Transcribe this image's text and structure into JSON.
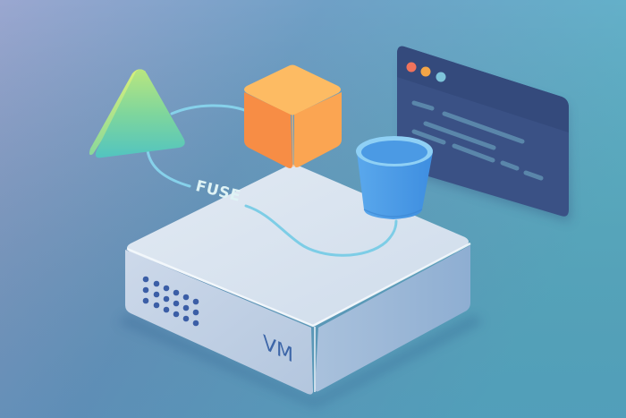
{
  "illustration": {
    "subject": "VM with FUSE-mounted storage",
    "labels": {
      "fuse": "FUSE",
      "vm": "VM"
    },
    "objects": [
      {
        "name": "triangle",
        "shape": "triangular prism",
        "color_top": "#c9ec7a",
        "color_bottom": "#55c7bf"
      },
      {
        "name": "cube",
        "shape": "cube",
        "color_top": "#fdbb63",
        "color_left": "#f78d45",
        "color_right": "#fba552"
      },
      {
        "name": "bucket",
        "shape": "cylinder bucket",
        "color": "#4a98e4",
        "rim": "#8fd0f5"
      },
      {
        "name": "terminal-window",
        "shape": "window panel",
        "color": "#3a5185",
        "dots": [
          "#f0735c",
          "#f3a547",
          "#7ec4da"
        ]
      },
      {
        "name": "vm-server",
        "shape": "server box",
        "color_top": "#d7e2ee",
        "color_front": "#b8cae0",
        "color_side": "#93b2d4"
      }
    ],
    "colors": {
      "bg_top_left": "#9aa7d0",
      "bg_top_right": "#63b4cb",
      "bg_bottom_left": "#5c8fba",
      "bg_bottom_right": "#4e97b9",
      "connector": "#86d1ea",
      "vent_dots": "#3b5ea6",
      "vm_text": "#3d66a8"
    }
  }
}
